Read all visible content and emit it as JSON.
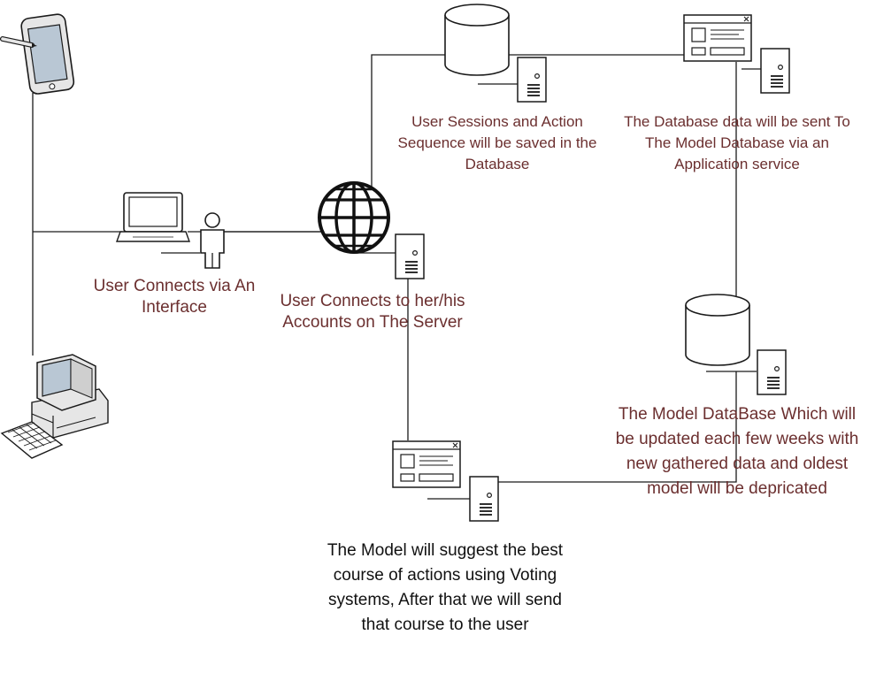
{
  "captions": {
    "user_connects_via": "User Connects via An Interface",
    "user_connects_server": "User Connects to her/his Accounts on The Server",
    "user_sessions": "User Sessions and Action Sequence will be saved in the Database",
    "database_data_sent": "The Database data will be sent To The Model Database via an Application service",
    "model_database": "The Model DataBase Which will be updated each few weeks with new gathered data and oldest model will be depricated",
    "model_suggest": "The Model will suggest the best course of actions using Voting systems, After that we will send that course to the user"
  },
  "colors": {
    "caption_text": "#6b2f2f",
    "caption_text_dark": "#111111",
    "line": "#1a1a1a",
    "device_fill": "#e6e6e6",
    "screen_fill": "#b9c7d4"
  },
  "icons": {
    "tablet": "tablet-icon",
    "laptop": "laptop-icon",
    "user": "user-icon",
    "desktop": "desktop-computer-icon",
    "globe": "globe-icon",
    "database": "database-icon",
    "server": "server-icon",
    "application_window": "application-window-icon"
  }
}
